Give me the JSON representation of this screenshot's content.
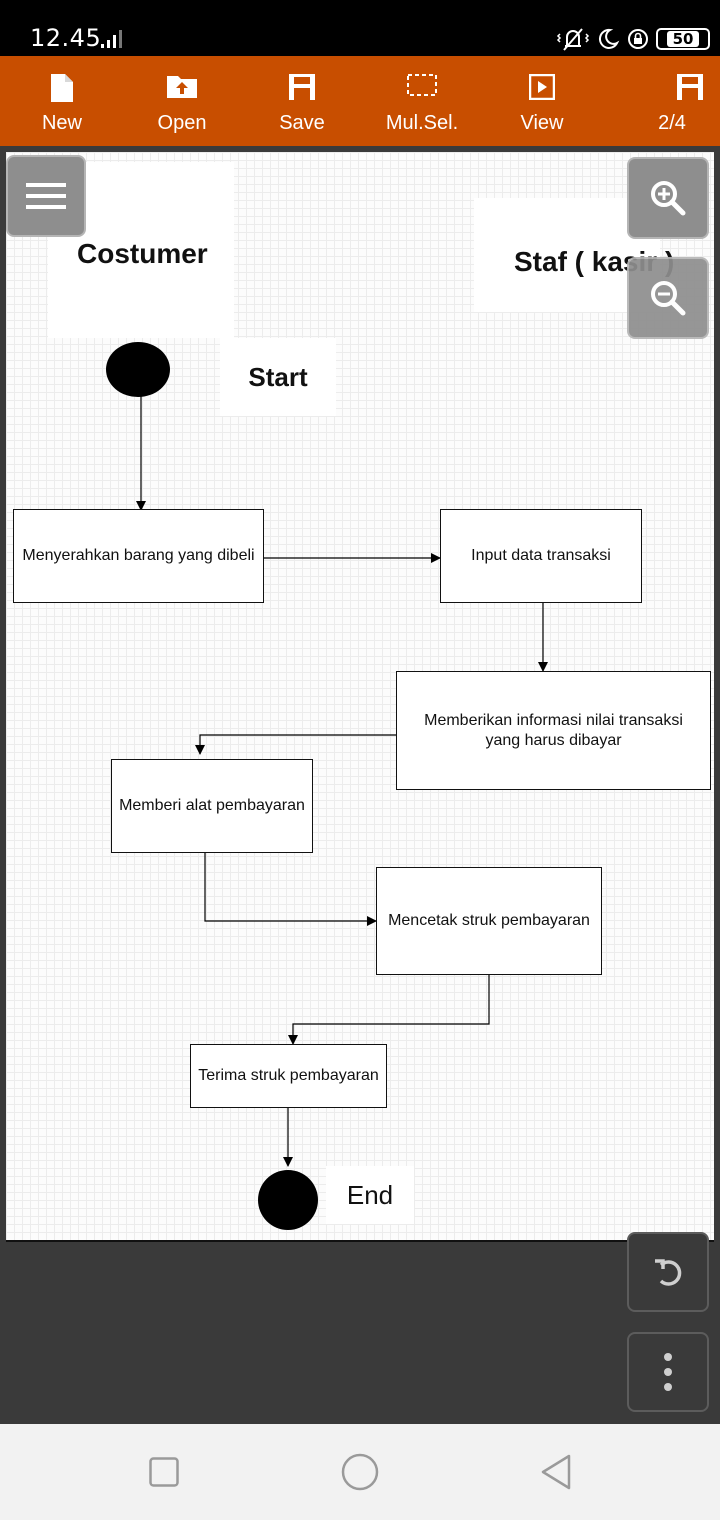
{
  "status": {
    "time": "12.45",
    "battery": "50"
  },
  "toolbar": {
    "new_label": "New",
    "open_label": "Open",
    "save_label": "Save",
    "mulsel_label": "Mul.Sel.",
    "view_label": "View",
    "page_label": "2/4"
  },
  "diagram": {
    "lane_customer": "Costumer",
    "lane_staff": "Staf ( kasir )",
    "start_label": "Start",
    "end_label": "End",
    "step1": "Menyerahkan barang yang dibeli",
    "step2": "Input data transaksi",
    "step3": "Memberikan informasi nilai transaksi yang harus dibayar",
    "step4": "Memberi alat pembayaran",
    "step5": "Mencetak struk pembayaran",
    "step6": "Terima struk pembayaran"
  },
  "icons": {
    "menu": "menu-icon",
    "zoom_in": "zoom-in-icon",
    "zoom_out": "zoom-out-icon",
    "undo": "undo-icon",
    "more": "more-vertical-icon"
  },
  "colors": {
    "toolbar": "#c84e00",
    "background": "#3a3a3a"
  }
}
